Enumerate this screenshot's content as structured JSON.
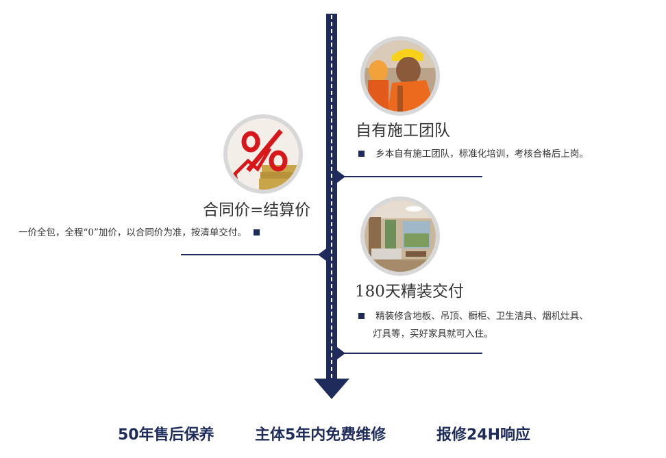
{
  "items": [
    {
      "title": "自有施工团队",
      "desc_lines": [
        "乡本自有施工团队，标准化培训，考核合格后上岗。"
      ],
      "photo_icon": "construction-worker-photo"
    },
    {
      "title": "合同价=结算价",
      "desc_lines": [
        "一价全包，全程“0”加价，以合同价为准，按清单交付。"
      ],
      "photo_icon": "percent-coins-photo"
    },
    {
      "title": "180天精装交付",
      "desc_lines": [
        "精装修含地板、吊顶、橱柜、卫生洁具、烟机灶具、",
        "灯具等，买好家具就可入住。"
      ],
      "photo_icon": "interior-room-photo"
    }
  ],
  "footer": {
    "guarantees": [
      "50年售后保养",
      "主体5年内免费维修",
      "报修24H响应"
    ]
  },
  "colors": {
    "accent": "#1f2c5b",
    "photo_border": "#d8d8d8"
  }
}
